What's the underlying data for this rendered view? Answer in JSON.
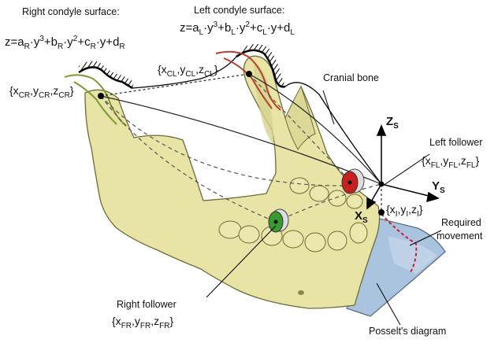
{
  "labels": {
    "right_condyle_title": "Right condyle surface:",
    "left_condyle_title": "Left condyle surface:",
    "cranial_bone": "Cranial bone",
    "left_follower": "Left follower",
    "required_movement_1": "Required",
    "required_movement_2": "movement",
    "right_follower": "Right follower",
    "posselt": "Posselt's diagram"
  },
  "formulas": {
    "right": {
      "z": "z=a",
      "s1": "R",
      "t1": "·y",
      "p1": "3",
      "t2": "+b",
      "s2": "R",
      "t3": "·y",
      "p2": "2",
      "t4": "+c",
      "s3": "R",
      "t5": "·y+d",
      "s4": "R"
    },
    "left": {
      "z": "z=a",
      "s1": "L",
      "t1": "·y",
      "p1": "3",
      "t2": "+b",
      "s2": "L",
      "t3": "·y",
      "p2": "2",
      "t4": "+c",
      "s3": "L",
      "t5": "·y+d",
      "s4": "L"
    }
  },
  "coords": {
    "cr": {
      "open": "{x",
      "a": "CR",
      "sep1": ",y",
      "b": "CR",
      "sep2": ",z",
      "c": "CR",
      "close": "}"
    },
    "cl": {
      "open": "{x",
      "a": "CL",
      "sep1": ",y",
      "b": "CL",
      "sep2": ",z",
      "c": "CL",
      "close": "}"
    },
    "fl": {
      "open": "{x",
      "a": "FL",
      "sep1": ",y",
      "b": "FL",
      "sep2": ",z",
      "c": "FL",
      "close": "}"
    },
    "fr": {
      "open": "{x",
      "a": "FR",
      "sep1": ",y",
      "b": "FR",
      "sep2": ",z",
      "c": "FR",
      "close": "}"
    },
    "i": {
      "open": "{x",
      "a": "I",
      "sep1": ",y",
      "b": "I",
      "sep2": ",z",
      "c": "I",
      "close": "}"
    }
  },
  "axes": {
    "z": {
      "base": "Z",
      "sub": "S"
    },
    "y": {
      "base": "Y",
      "sub": "S"
    },
    "x": {
      "base": "X",
      "sub": "S"
    }
  },
  "colors": {
    "bone": "#e8e4a6",
    "bone_stroke": "#6f6b3a",
    "right_condyle_surface": "#7a9a32",
    "left_condyle_surface": "#b5402a",
    "posselt_fill": "#aac4df",
    "left_follower": "#c62020",
    "right_follower": "#3a9a32"
  }
}
